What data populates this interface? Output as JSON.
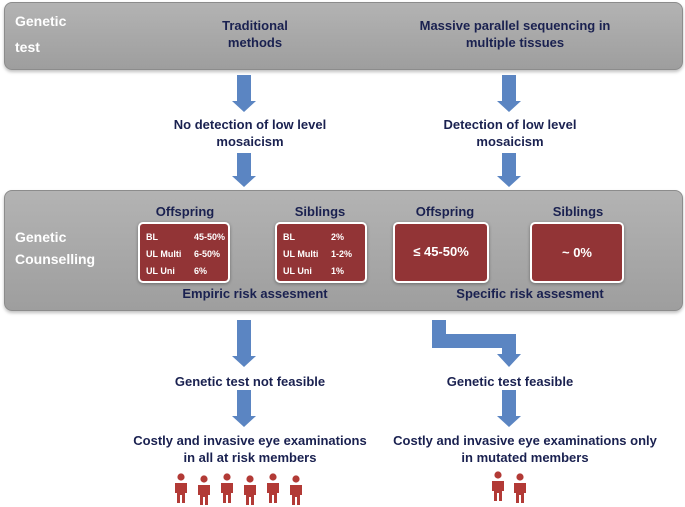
{
  "test_band": {
    "label_line1": "Genetic",
    "label_line2": "test",
    "left_title": [
      "Traditional",
      "methods"
    ],
    "right_title": [
      "Massive parallel sequencing  in",
      "multiple tissues"
    ]
  },
  "detection": {
    "left": [
      "No detection of low level",
      "mosaicism"
    ],
    "right": [
      "Detection of low level",
      "mosaicism"
    ]
  },
  "counselling_band": {
    "label_line1": "Genetic",
    "label_line2": "Counselling",
    "empiric": {
      "offspring_heading": "Offspring",
      "siblings_heading": "Siblings",
      "offspring_rows": [
        {
          "label": "BL",
          "value": "45-50%"
        },
        {
          "label": "UL Multi",
          "value": "6-50%"
        },
        {
          "label": "UL Uni",
          "value": "6%"
        }
      ],
      "siblings_rows": [
        {
          "label": "BL",
          "value": "2%"
        },
        {
          "label": "UL Multi",
          "value": "1-2%"
        },
        {
          "label": "UL Uni",
          "value": "1%"
        }
      ],
      "caption": "Empiric risk assesment"
    },
    "specific": {
      "offspring_heading": "Offspring",
      "siblings_heading": "Siblings",
      "offspring_value": "≤ 45-50%",
      "siblings_value": "~ 0%",
      "caption": "Specific risk assesment"
    }
  },
  "feasibility": {
    "left": "Genetic test not feasible",
    "right": "Genetic test feasible"
  },
  "examinations": {
    "left": [
      "Costly and invasive eye examinations",
      "in all at risk members"
    ],
    "right": [
      "Costly and invasive eye examinations only",
      "in mutated members"
    ]
  },
  "people": {
    "left_count": 6,
    "right_count": 2,
    "color": "#b23a36"
  },
  "colors": {
    "band": "#a8a8a8",
    "arrow": "#5b85c2",
    "risk_box": "#923436",
    "text": "#1a2150"
  }
}
